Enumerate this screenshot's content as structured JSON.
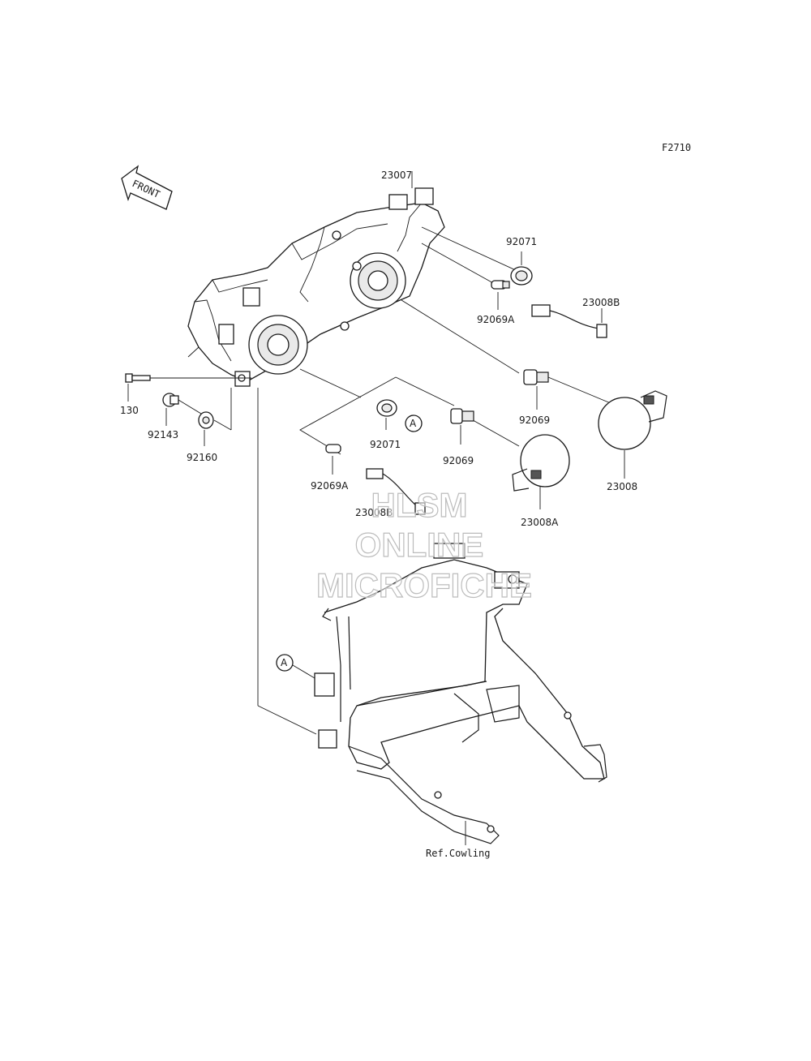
{
  "figure_code": "F2710",
  "front_label": "FRONT",
  "ref_text": "Ref.Cowling",
  "marker": "A",
  "parts": {
    "p23007": "23007",
    "p92071_top": "92071",
    "p92069A_top": "92069A",
    "p23008B_top": "23008B",
    "p92069_right": "92069",
    "p23008": "23008",
    "p130": "130",
    "p92143": "92143",
    "p92160": "92160",
    "p92071_mid": "92071",
    "p92069_mid": "92069",
    "p92069A_low": "92069A",
    "p23008B_low": "23008B",
    "p23008A": "23008A"
  },
  "watermark": {
    "line1": "HLSM",
    "line2": "ONLINE",
    "line3": "MICROFICHE"
  }
}
